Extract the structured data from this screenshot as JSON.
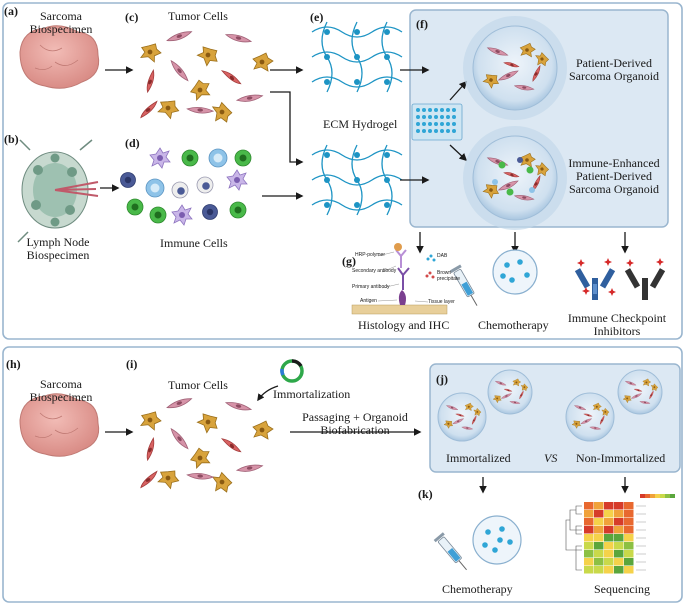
{
  "panel_top": {
    "a": {
      "letter": "(a)",
      "caption": [
        "Sarcoma",
        "Biospecimen"
      ]
    },
    "b": {
      "letter": "(b)",
      "caption": [
        "Lymph Node",
        "Biospecimen"
      ]
    },
    "c": {
      "letter": "(c)",
      "caption": "Tumor Cells"
    },
    "d": {
      "letter": "(d)",
      "caption": "Immune Cells"
    },
    "e": {
      "letter": "(e)",
      "caption": "ECM Hydrogel"
    },
    "f": {
      "letter": "(f)",
      "organoid1": [
        "Patient-Derived",
        "Sarcoma Organoid"
      ],
      "organoid2": [
        "Immune-Enhanced",
        "Patient-Derived",
        "Sarcoma Organoid"
      ]
    },
    "g": {
      "letter": "(g)",
      "caption": "Histology and IHC",
      "ihc_labels": {
        "hrp": "HRP-polymer",
        "dab": "DAB",
        "secondary": "Secondary antibody",
        "brown": [
          "Brown",
          "precipitate"
        ],
        "primary": "Primary antibody",
        "antigen": "Antigen",
        "tissue": "Tissue layer"
      }
    },
    "chemo": "Chemotherapy",
    "icb": [
      "Immune Checkpoint",
      "Inhibitors"
    ]
  },
  "panel_bottom": {
    "h": {
      "letter": "(h)",
      "caption": [
        "Sarcoma",
        "Biospecimen"
      ]
    },
    "i": {
      "letter": "(i)",
      "caption": "Tumor Cells",
      "immortalization": "Immortalization"
    },
    "passaging": [
      "Passaging + Organoid",
      "Biofabrication"
    ],
    "j": {
      "letter": "(j)",
      "left": "Immortalized",
      "vs": "VS",
      "right": "Non-Immortalized"
    },
    "k": {
      "letter": "(k)",
      "chemo": "Chemotherapy",
      "seq": "Sequencing"
    }
  },
  "colors": {
    "panel_border": "#9ab6cf",
    "panel_fill": "#dce8f3",
    "tissue": "#e9a7a2",
    "tumor_yellow": "#d8a33c",
    "tumor_pink": "#d693a8",
    "tumor_red": "#d86262",
    "hydrogel": "#1d94c4",
    "immune_green": "#49b949",
    "immune_blue": "#8ec3e8",
    "immune_purple": "#b09ad6",
    "immune_navy": "#4a5a96",
    "antibody_blue": "#2f5f9e",
    "antibody_black": "#333333",
    "heatmap_red": "#d63b2a",
    "heatmap_green": "#5aa63c"
  }
}
